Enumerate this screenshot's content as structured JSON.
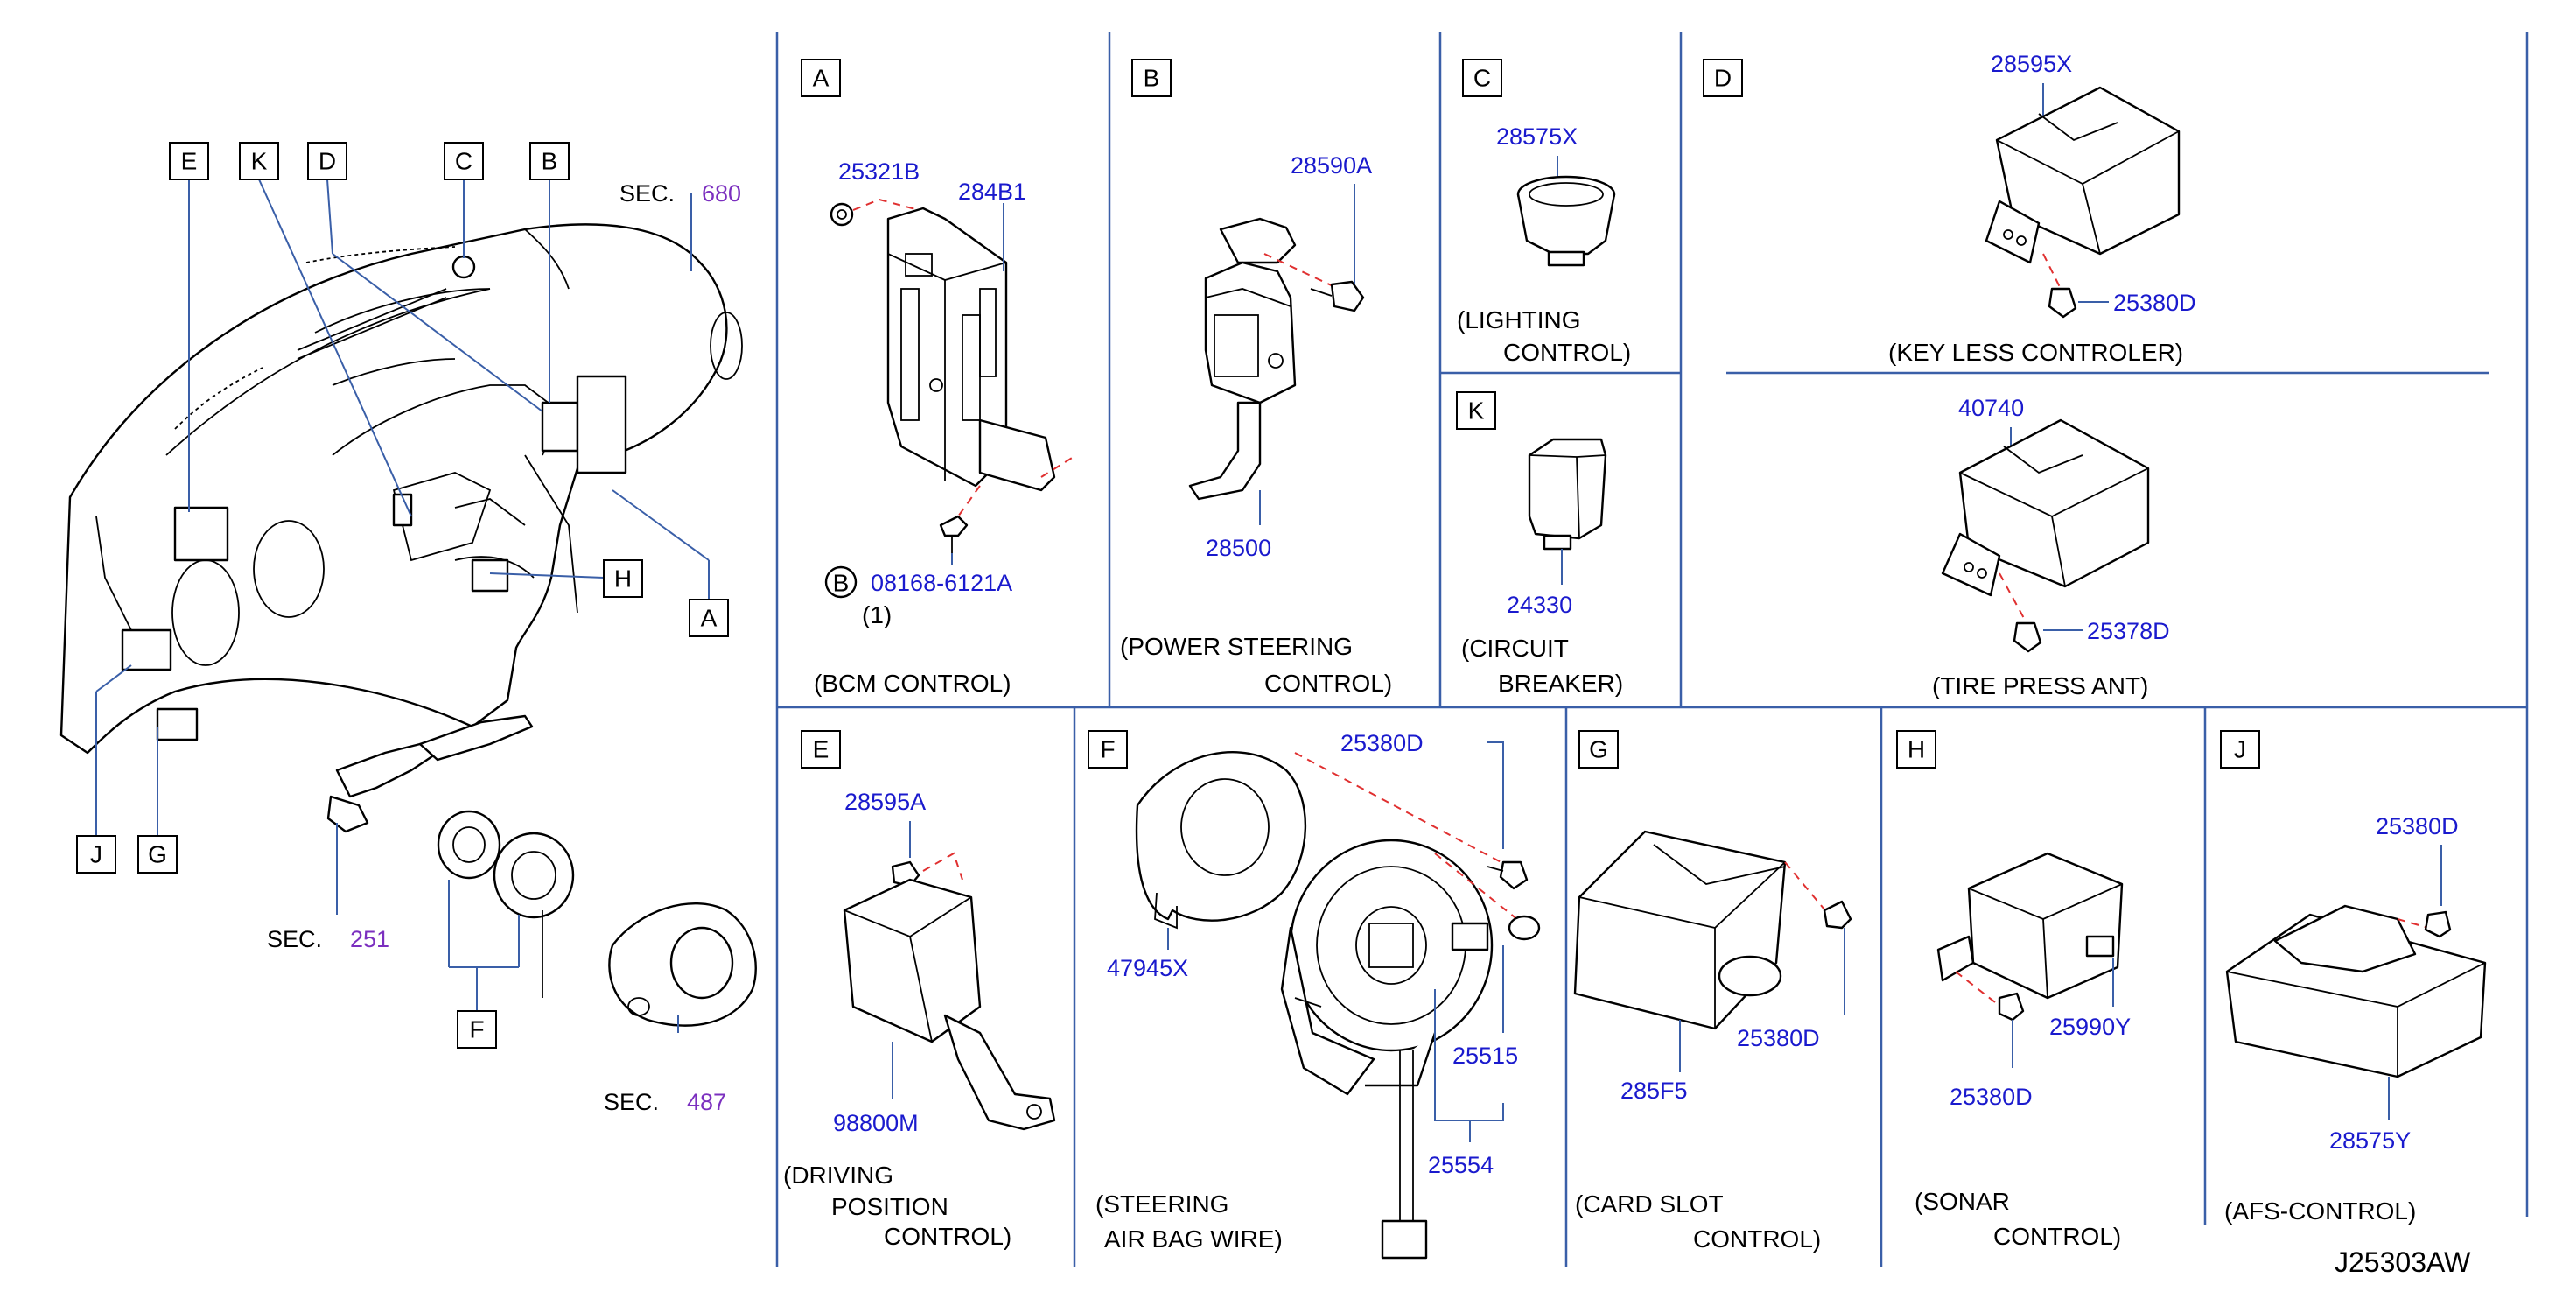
{
  "diagram_code": "J25303AW",
  "overview": {
    "sec_word": "SEC.",
    "sec_refs": [
      {
        "name": "sec-680",
        "num": "680"
      },
      {
        "name": "sec-251",
        "num": "251"
      },
      {
        "name": "sec-487",
        "num": "487"
      }
    ],
    "callouts": {
      "E": "E",
      "K": "K",
      "D": "D",
      "C": "C",
      "B": "B",
      "H": "H",
      "A": "A",
      "J": "J",
      "G": "G",
      "F": "F"
    }
  },
  "panels": {
    "A": {
      "letter": "A",
      "caption": "(BCM   CONTROL)",
      "parts": {
        "p1": "25321B",
        "p2": "284B1",
        "p3": "08168-6121A",
        "qty": "(1)",
        "bolt_mark": "B"
      }
    },
    "B": {
      "letter": "B",
      "caption_line1": "(POWER   STEERING",
      "caption_line2": "CONTROL)",
      "parts": {
        "p1": "28590A",
        "p2": "28500"
      }
    },
    "C": {
      "letter": "C",
      "caption_line1": "(LIGHTING",
      "caption_line2": "CONTROL)",
      "parts": {
        "p1": "28575X"
      }
    },
    "K": {
      "letter": "K",
      "caption_line1": "(CIRCUIT",
      "caption_line2": "BREAKER)",
      "parts": {
        "p1": "24330"
      }
    },
    "D": {
      "letter": "D",
      "caption_top": "(KEY   LESS   CONTROLER)",
      "caption_bottom": "(TIRE   PRESS   ANT)",
      "parts": {
        "p1": "28595X",
        "p2": "25380D",
        "p3": "40740",
        "p4": "25378D"
      }
    },
    "E": {
      "letter": "E",
      "caption_line1": "(DRIVING",
      "caption_line2": "POSITION",
      "caption_line3": "CONTROL)",
      "parts": {
        "p1": "28595A",
        "p2": "98800M"
      }
    },
    "F": {
      "letter": "F",
      "caption_line1": "(STEERING",
      "caption_line2": "AIR   BAG   WIRE)",
      "parts": {
        "p1": "25380D",
        "p2": "47945X",
        "p3": "25515",
        "p4": "25554"
      }
    },
    "G": {
      "letter": "G",
      "caption_line1": "(CARD   SLOT",
      "caption_line2": "CONTROL)",
      "parts": {
        "p1": "25380D",
        "p2": "285F5"
      }
    },
    "H": {
      "letter": "H",
      "caption_line1": "(SONAR",
      "caption_line2": "CONTROL)",
      "parts": {
        "p1": "25990Y",
        "p2": "25380D"
      }
    },
    "J": {
      "letter": "J",
      "caption": "(AFS-CONTROL)",
      "parts": {
        "p1": "25380D",
        "p2": "28575Y"
      }
    }
  }
}
